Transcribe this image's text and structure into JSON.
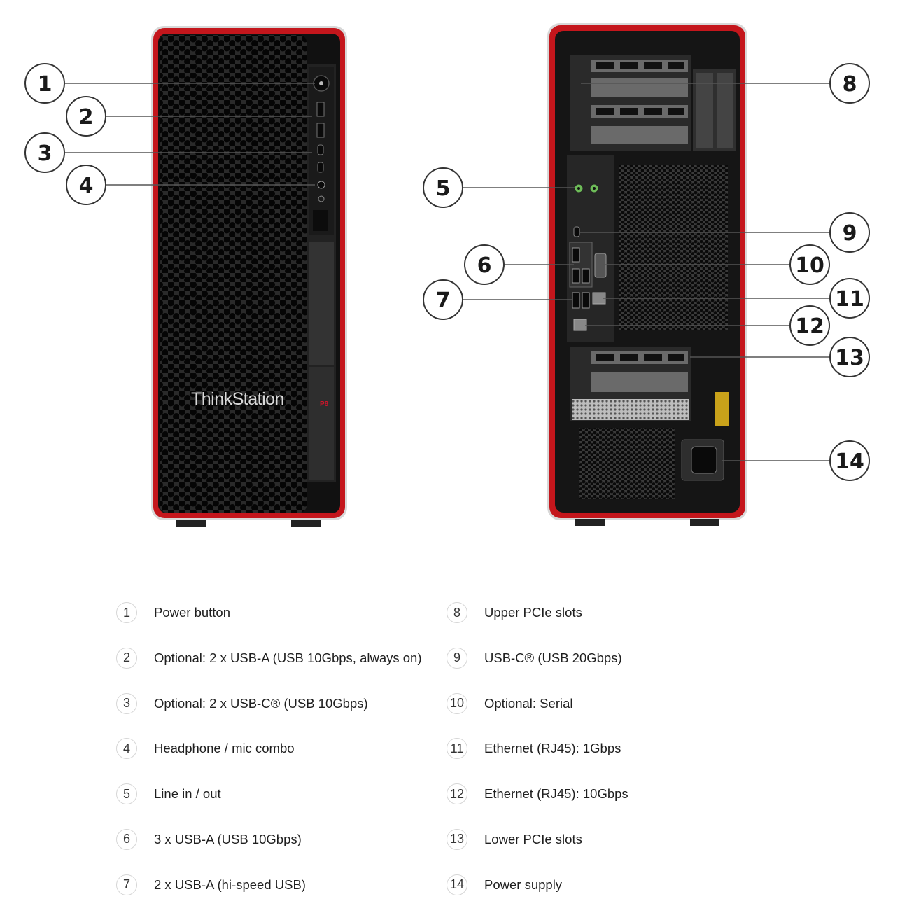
{
  "front_view": {
    "brand_text": "ThinkStation",
    "model_badge": "P8"
  },
  "callouts": [
    "1",
    "2",
    "3",
    "4",
    "5",
    "6",
    "7",
    "8",
    "9",
    "10",
    "11",
    "12",
    "13",
    "14"
  ],
  "legend": {
    "left": [
      {
        "num": "1",
        "label": "Power button"
      },
      {
        "num": "2",
        "label": "Optional: 2 x USB-A (USB 10Gbps, always on)"
      },
      {
        "num": "3",
        "label": "Optional: 2 x USB-C® (USB 10Gbps)"
      },
      {
        "num": "4",
        "label": "Headphone / mic combo"
      },
      {
        "num": "5",
        "label": "Line in / out"
      },
      {
        "num": "6",
        "label": "3 x USB-A (USB 10Gbps)"
      },
      {
        "num": "7",
        "label": "2 x USB-A (hi-speed USB)"
      }
    ],
    "right": [
      {
        "num": "8",
        "label": "Upper PCIe slots"
      },
      {
        "num": "9",
        "label": "USB-C® (USB 20Gbps)"
      },
      {
        "num": "10",
        "label": "Optional: Serial"
      },
      {
        "num": "11",
        "label": "Ethernet (RJ45): 1Gbps"
      },
      {
        "num": "12",
        "label": "Ethernet (RJ45): 10Gbps"
      },
      {
        "num": "13",
        "label": "Lower PCIe slots"
      },
      {
        "num": "14",
        "label": "Power supply"
      }
    ]
  },
  "colors": {
    "chassis_red": "#c4161c",
    "chassis_black": "#151515",
    "callout_stroke": "#333333"
  }
}
